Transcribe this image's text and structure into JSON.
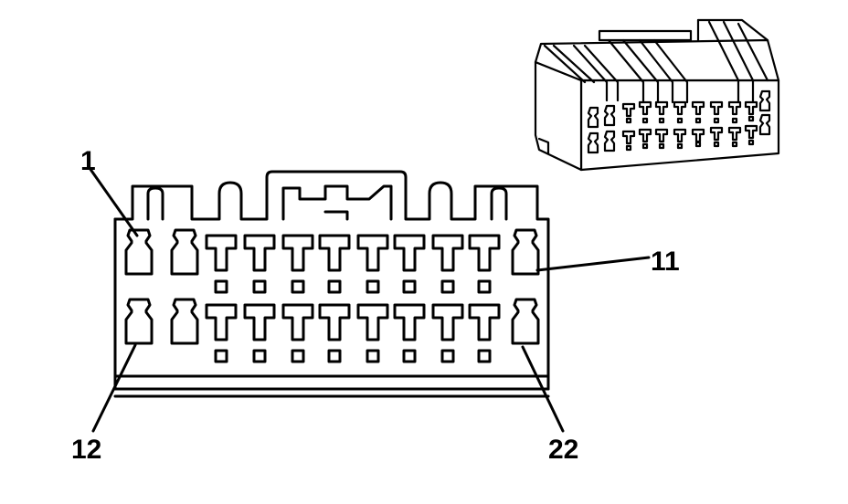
{
  "colors": {
    "line": "#000000",
    "background": "#ffffff"
  },
  "connector": {
    "type": "22-way connector face view",
    "rows": 2,
    "cavities_per_row": 11,
    "pin_labels": {
      "first_top": "1",
      "last_top": "11",
      "first_bottom": "12",
      "last_bottom": "22"
    }
  },
  "inset": {
    "kind": "isometric connector view"
  }
}
